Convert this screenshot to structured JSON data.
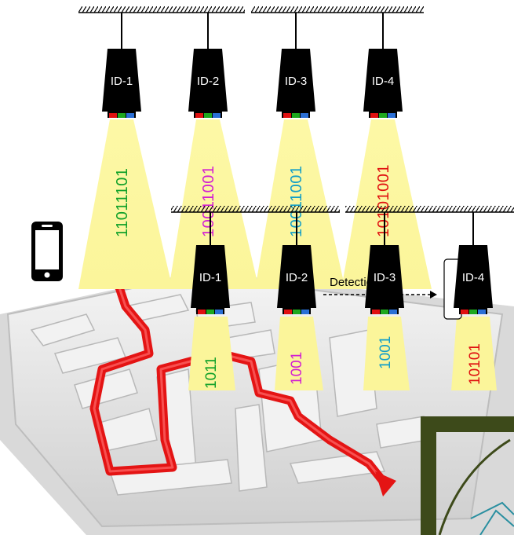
{
  "top_row": {
    "lamps": [
      {
        "label": "ID-1",
        "code": "11011101",
        "code_color": "#12a12a"
      },
      {
        "label": "ID-2",
        "code": "10011001",
        "code_color": "#d21fd2"
      },
      {
        "label": "ID-3",
        "code": "10011001",
        "code_color": "#129ec8"
      },
      {
        "label": "ID-4",
        "code": "10101001",
        "code_color": "#e01010"
      }
    ]
  },
  "bottom_row": {
    "lamps": [
      {
        "label": "ID-1",
        "code": "1011",
        "code_color": "#12a12a"
      },
      {
        "label": "ID-2",
        "code": "1001",
        "code_color": "#d21fd2"
      },
      {
        "label": "ID-3",
        "code": "1001",
        "code_color": "#129ec8"
      },
      {
        "label": "ID-4",
        "code": "10101",
        "code_color": "#e01010"
      }
    ]
  },
  "detector_label": "Detection",
  "colors": {
    "beam": "#fbf59a",
    "lamp_body": "#000000",
    "ceiling": "#000000",
    "maze_wall": "#e6e6e6",
    "path": "#e41414",
    "corner_frame": "#3d4a1a"
  },
  "icons": [
    "smartphone-icon",
    "arrow-right-icon",
    "maze-illustration"
  ]
}
